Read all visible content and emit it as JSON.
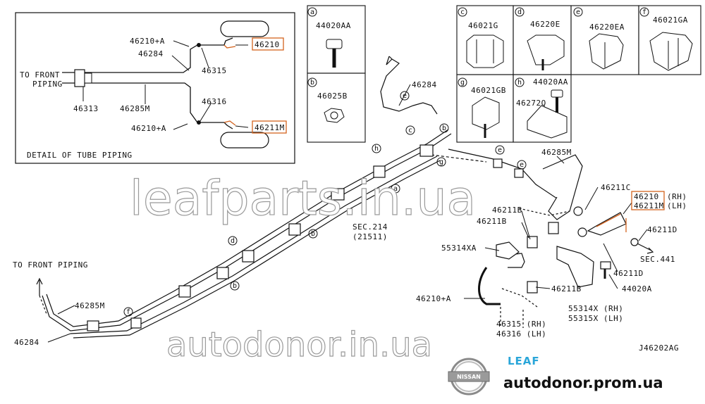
{
  "detail_box": {
    "caption": "DETAIL OF TUBE PIPING",
    "to_front_line1": "TO FRONT",
    "to_front_line2": "PIPING",
    "labels": {
      "p46210a_top": "46210+A",
      "p46284": "46284",
      "p46315": "46315",
      "p46210_hl": "46210",
      "p46313": "46313",
      "p46285m": "46285M",
      "p46316": "46316",
      "p46210a_bottom": "46210+A",
      "p46211m_hl": "46211M"
    }
  },
  "parts_grid": [
    {
      "letter": "a",
      "code": "44020AA"
    },
    {
      "letter": "b",
      "code": "46025B"
    },
    {
      "letter": "c",
      "code": "46021G"
    },
    {
      "letter": "d",
      "code": "46220E"
    },
    {
      "letter": "e",
      "code": "46220EA"
    },
    {
      "letter": "f",
      "code": "46021GA"
    },
    {
      "letter": "g",
      "code": "46021GB"
    },
    {
      "letter": "h",
      "code": "44020AA",
      "code2": "46272Q"
    }
  ],
  "main": {
    "to_front_piping": "TO FRONT PIPING",
    "labels": {
      "l46284_top": "46284",
      "l46285m_right": "46285M",
      "l46211c": "46211C",
      "l46210_rh": "46210",
      "l46210_rh_suffix": "(RH)",
      "l46211m_lh": "46211M",
      "l46211m_lh_suffix": "(LH)",
      "l46211b_1": "46211B",
      "l46211b_2": "46211B",
      "l46211d_right": "46211D",
      "sec214": "SEC.214",
      "sec214_sub": "(21511)",
      "sec441": "SEC.441",
      "l55314xa": "55314XA",
      "l46211d_mid": "46211D",
      "l44020a": "44020A",
      "l46210a": "46210+A",
      "l46211b_3": "46211B",
      "l55314x": "55314X (RH)",
      "l55315x": "55315X (LH)",
      "l46315rh": "46315 (RH)",
      "l46316lh": "46316 (LH)",
      "l46285m_left": "46285M",
      "l46284_left": "46284",
      "diagram_code": "J46202AG"
    },
    "callout_letters": [
      "e",
      "h",
      "g",
      "e",
      "e",
      "a",
      "b",
      "d",
      "b",
      "b",
      "f",
      "c"
    ]
  },
  "watermarks": {
    "center": "leafparts.in.ua",
    "bottom": "autodonor.in.ua"
  },
  "branding": {
    "nissan": "NISSAN",
    "leaf": "LEAF",
    "url": "autodonor.prom.ua"
  },
  "colors": {
    "highlight": "#d4631e",
    "leaf_blue": "#2aa6d9"
  }
}
